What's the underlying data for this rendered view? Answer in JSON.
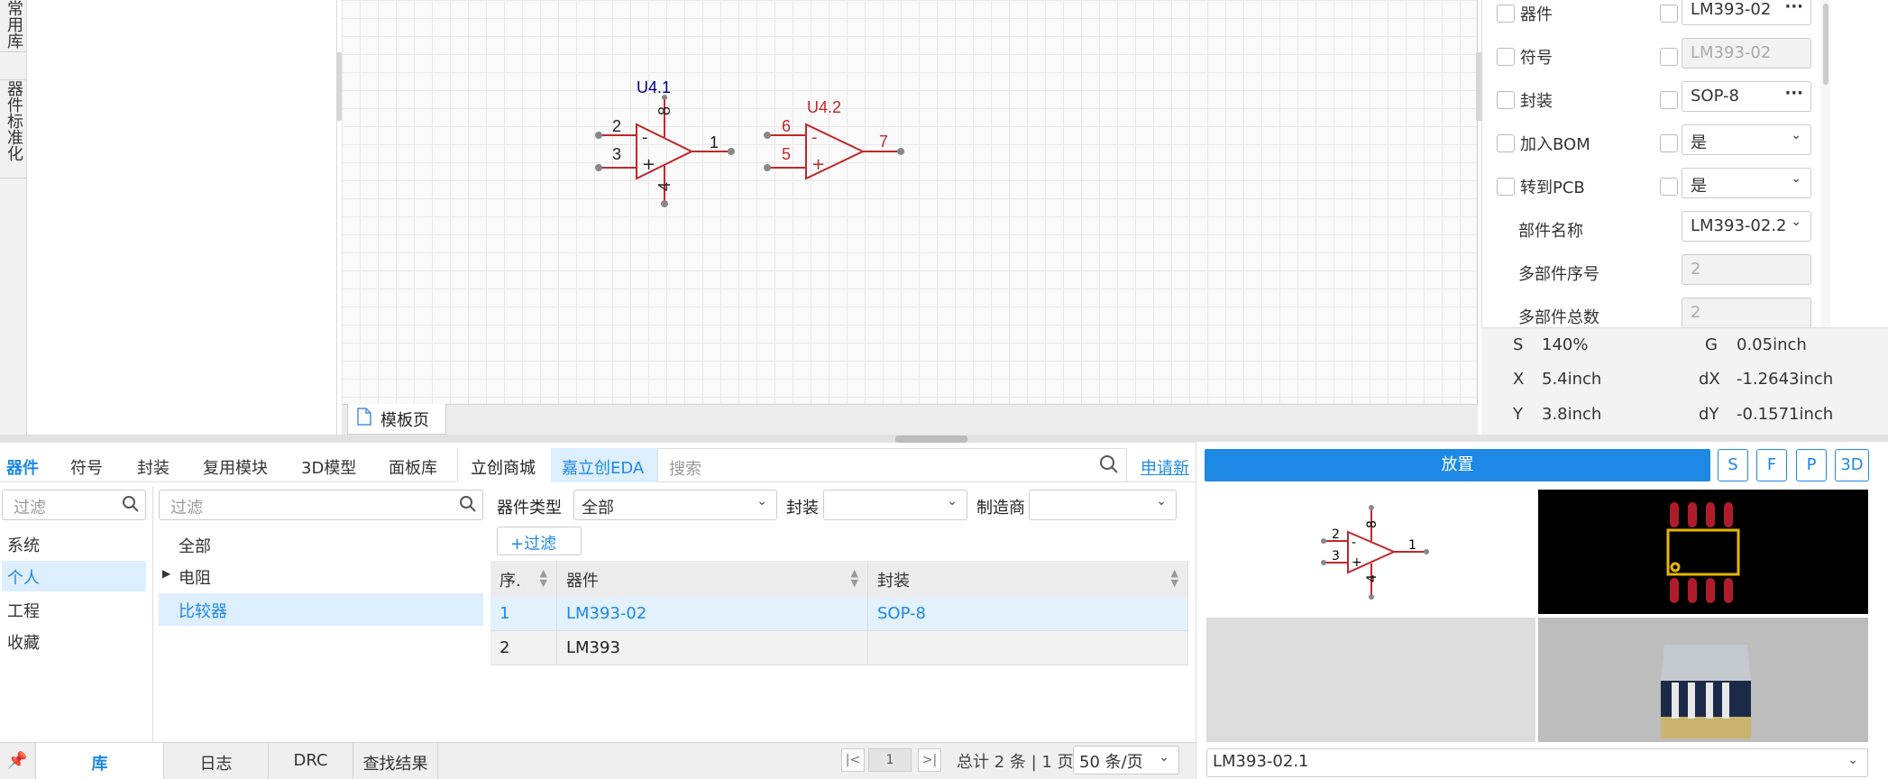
{
  "sidebar_tabs": [
    "常用库",
    "器件标准化"
  ],
  "canvas": {
    "page_tab": "模板页",
    "part1": {
      "ref": "U4.1",
      "pin_inv": "2",
      "pin_noninv": "3",
      "pin_out": "1",
      "pin_vcc": "8",
      "pin_gnd": "4",
      "minus": "-",
      "plus": "+"
    },
    "part2": {
      "ref": "U4.2",
      "pin_inv": "6",
      "pin_noninv": "5",
      "pin_out": "7",
      "minus": "-",
      "plus": "+"
    }
  },
  "properties": {
    "rows": [
      {
        "label": "器件",
        "value": "LM393-02",
        "kind": "more"
      },
      {
        "label": "符号",
        "value": "LM393-02",
        "kind": "disabled"
      },
      {
        "label": "封装",
        "value": "SOP-8",
        "kind": "more"
      },
      {
        "label": "加入BOM",
        "value": "是",
        "kind": "select"
      },
      {
        "label": "转到PCB",
        "value": "是",
        "kind": "select"
      },
      {
        "label": "部件名称",
        "value": "LM393-02.2",
        "kind": "select"
      },
      {
        "label": "多部件序号",
        "value": "2",
        "kind": "disabled"
      },
      {
        "label": "多部件总数",
        "value": "2",
        "kind": "disabled"
      }
    ]
  },
  "status": {
    "S_label": "S",
    "S": "140%",
    "G_label": "G",
    "G": "0.05inch",
    "X_label": "X",
    "X": "5.4inch",
    "dX_label": "dX",
    "dX": "-1.2643inch",
    "Y_label": "Y",
    "Y": "3.8inch",
    "dY_label": "dY",
    "dY": "-0.1571inch"
  },
  "library": {
    "tabs": [
      "器件",
      "符号",
      "封装",
      "复用模块",
      "3D模型",
      "面板库"
    ],
    "store_tab": "立创商城",
    "eda_tab": "嘉立创EDA",
    "search_placeholder": "搜索",
    "apply_link": "申请新",
    "filter_placeholder": "过滤",
    "categories": [
      "系统",
      "个人",
      "工程",
      "收藏"
    ],
    "tree_filter_placeholder": "过滤",
    "tree": [
      "全部",
      "电阻",
      "比较器"
    ],
    "type_label": "器件类型",
    "type_value": "全部",
    "footprint_label": "封装",
    "maker_label": "制造商",
    "add_filter": "+过滤",
    "columns": [
      "序.",
      "器件",
      "封装"
    ],
    "rows": [
      {
        "no": "1",
        "part": "LM393-02",
        "fp": "SOP-8"
      },
      {
        "no": "2",
        "part": "LM393",
        "fp": ""
      }
    ]
  },
  "bottom_tabs": [
    "库",
    "日志",
    "DRC",
    "查找结果"
  ],
  "pagination": {
    "page": "1",
    "summary": "总计 2 条 | 1 页",
    "per_page": "50 条/页"
  },
  "preview": {
    "place": "放置",
    "buttons": [
      "S",
      "F",
      "P",
      "3D"
    ],
    "symbol_pins": {
      "inv": "2",
      "noninv": "3",
      "out": "1",
      "vcc": "8",
      "gnd": "4"
    },
    "selected": "LM393-02.1"
  },
  "colors": {
    "accent": "#1e88e5",
    "symbol_red": "#c0272d",
    "symbol_blue": "#00008b"
  }
}
